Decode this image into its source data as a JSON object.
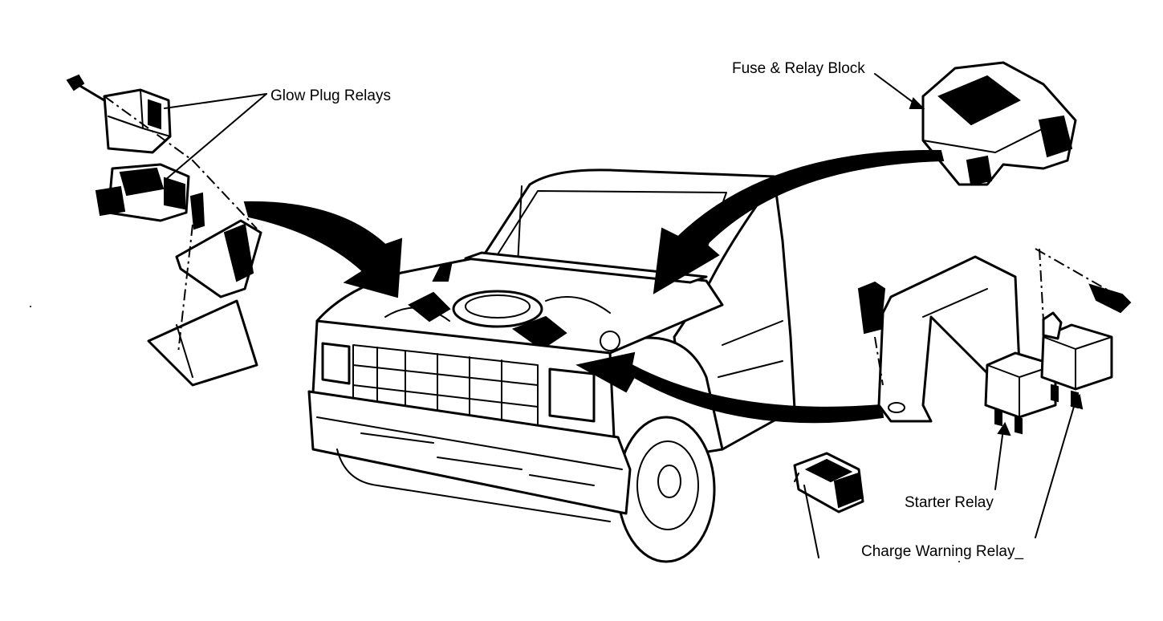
{
  "labels": {
    "glow_plug_relays": "Glow Plug Relays",
    "fuse_relay_block": "Fuse & Relay Block",
    "starter_relay": "Starter Relay",
    "charge_warning_relay": "Charge Warning Relay_"
  },
  "colors": {
    "ink": "#000000",
    "paper": "#ffffff"
  }
}
